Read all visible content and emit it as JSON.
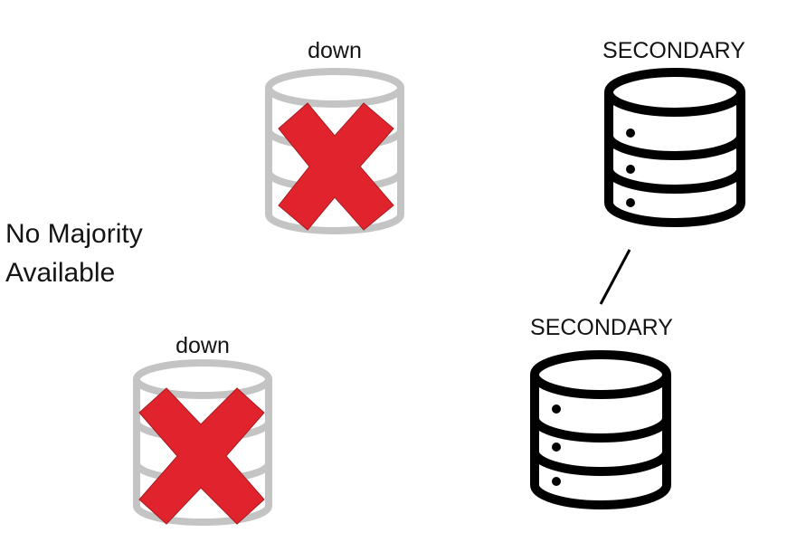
{
  "diagram": {
    "status_text": [
      "No Majority",
      "Available"
    ],
    "nodes": [
      {
        "id": "node-top-left",
        "label": "down",
        "state": "down",
        "icon": "database-icon-down"
      },
      {
        "id": "node-bottom-left",
        "label": "down",
        "state": "down",
        "icon": "database-icon-down"
      },
      {
        "id": "node-top-right",
        "label": "SECONDARY",
        "state": "up",
        "icon": "database-icon"
      },
      {
        "id": "node-bottom-right",
        "label": "SECONDARY",
        "state": "up",
        "icon": "database-icon"
      }
    ],
    "connections": [
      {
        "from": "node-top-right",
        "to": "node-bottom-right"
      }
    ]
  },
  "colors": {
    "down_cylinder": "#c4c4c4",
    "cross": "#e0232c",
    "cross_edge": "#a91c22",
    "active_db": "#000000",
    "text": "#141414"
  }
}
